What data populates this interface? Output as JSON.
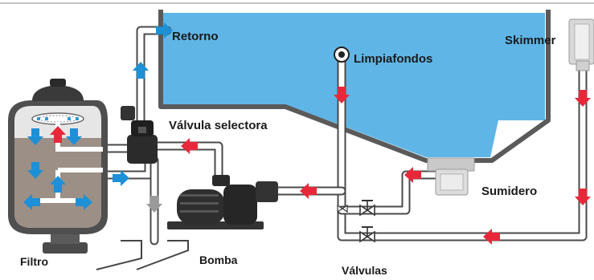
{
  "labels": {
    "retorno": "Retorno",
    "limpiafondos": "Limpiafondos",
    "skimmer": "Skimmer",
    "valvula_selectora": "Válvula selectora",
    "sumidero": "Sumidero",
    "filtro": "Filtro",
    "bomba": "Bomba",
    "valvulas": "Válvulas"
  },
  "colors": {
    "water": "#5fb6e6",
    "pool_wall": "#5a5a5a",
    "pipe_fill": "#ffffff",
    "pipe_stroke": "#4a4a4a",
    "arrow_red": "#e8283a",
    "arrow_blue": "#1e90d6",
    "arrow_gray": "#9a9a9a",
    "filter_body": "#9b8f86",
    "pump_body": "#2e2e2e"
  }
}
